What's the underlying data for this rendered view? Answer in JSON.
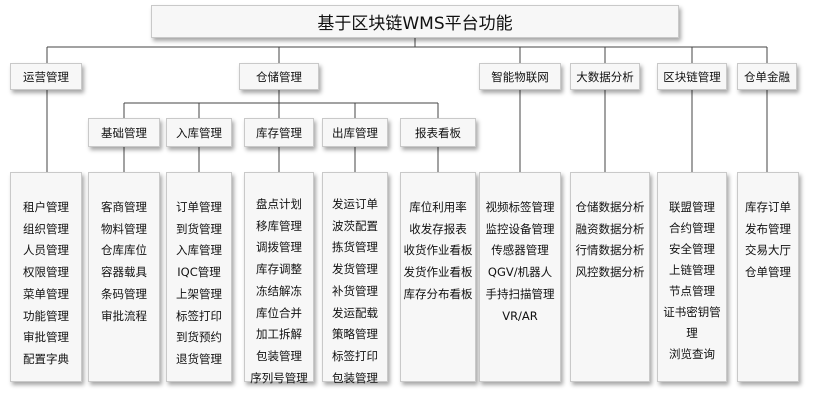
{
  "title": "基于区块链WMS平台功能",
  "modules": {
    "ops": "运营管理",
    "storage": "仓储管理",
    "iot": "智能物联网",
    "bigdata": "大数据分析",
    "blockchain": "区块链管理",
    "finance": "仓单金融"
  },
  "storage_subs": {
    "basic": "基础管理",
    "inbound": "入库管理",
    "stock": "库存管理",
    "outbound": "出库管理",
    "report": "报表看板"
  },
  "lists": {
    "ops": [
      "租户管理",
      "组织管理",
      "人员管理",
      "权限管理",
      "菜单管理",
      "功能管理",
      "审批管理",
      "配置字典"
    ],
    "basic": [
      "客商管理",
      "物料管理",
      "仓库库位",
      "容器载具",
      "条码管理",
      "审批流程"
    ],
    "inbound": [
      "订单管理",
      "到货管理",
      "入库管理",
      "IQC管理",
      "上架管理",
      "标签打印",
      "到货预约",
      "退货管理"
    ],
    "stock": [
      "盘点计划",
      "移库管理",
      "调拨管理",
      "库存调整",
      "冻结解冻",
      "库位合并",
      "加工拆解",
      "包装管理",
      "序列号管理"
    ],
    "outbound": [
      "发运订单",
      "波茨配置",
      "拣货管理",
      "发货管理",
      "补货管理",
      "发运配载",
      "策略管理",
      "标签打印",
      "包装管理"
    ],
    "report": [
      "库位利用率",
      "收发存报表",
      "收货作业看板",
      "发货作业看板",
      "库存分布看板"
    ],
    "iot": [
      "视频标签管理",
      "监控设备管理",
      "传感器管理",
      "QGV/机器人",
      "手持扫描管理",
      "VR/AR"
    ],
    "bigdata": [
      "仓储数据分析",
      "融资数据分析",
      "行情数据分析",
      "风控数据分析"
    ],
    "blockchain": [
      "联盟管理",
      "合约管理",
      "安全管理",
      "上链管理",
      "节点管理",
      "证书密钥管理",
      "浏览查询"
    ],
    "finance": [
      "库存订单",
      "发布管理",
      "交易大厅",
      "仓单管理"
    ]
  }
}
